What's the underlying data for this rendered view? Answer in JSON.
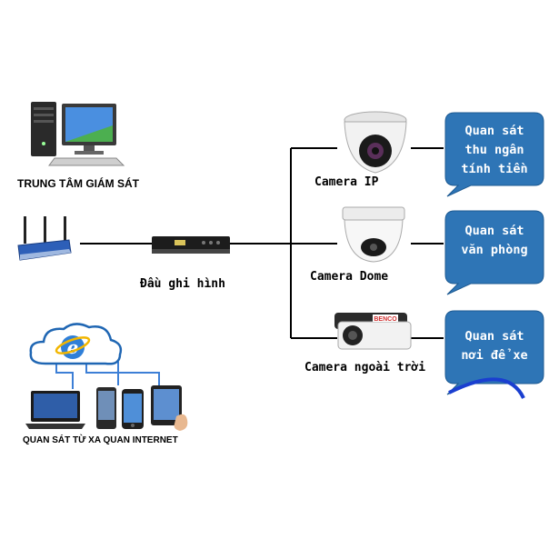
{
  "labels": {
    "control_center": "TRUNG TÂM GIÁM SÁT",
    "recorder": "Đầu ghi hình",
    "camera_ip": "Camera IP",
    "camera_dome": "Camera Dome",
    "camera_outdoor": "Camera ngoài trời",
    "remote_internet": "QUAN SÁT TỪ XA QUAN INTERNET"
  },
  "bubbles": [
    {
      "lines": [
        "Quan sát",
        "thu ngân",
        "tính tiền"
      ]
    },
    {
      "lines": [
        "Quan sát",
        "văn phòng"
      ]
    },
    {
      "lines": [
        "Quan sát",
        "nơi để xe"
      ]
    }
  ],
  "brand_text": "BENCO",
  "icons": [
    "desktop-computer-icon",
    "wifi-router-icon",
    "dvr-recorder-icon",
    "dome-camera-icon",
    "dome-camera-white-icon",
    "bullet-camera-icon",
    "cloud-internet-icon",
    "laptop-icon",
    "phone-icon",
    "tablet-icon"
  ],
  "colors": {
    "bubble": "#2e75b6",
    "line": "#000000",
    "cloud_stroke": "#1f66b3",
    "net_line": "#3d7fd6"
  }
}
